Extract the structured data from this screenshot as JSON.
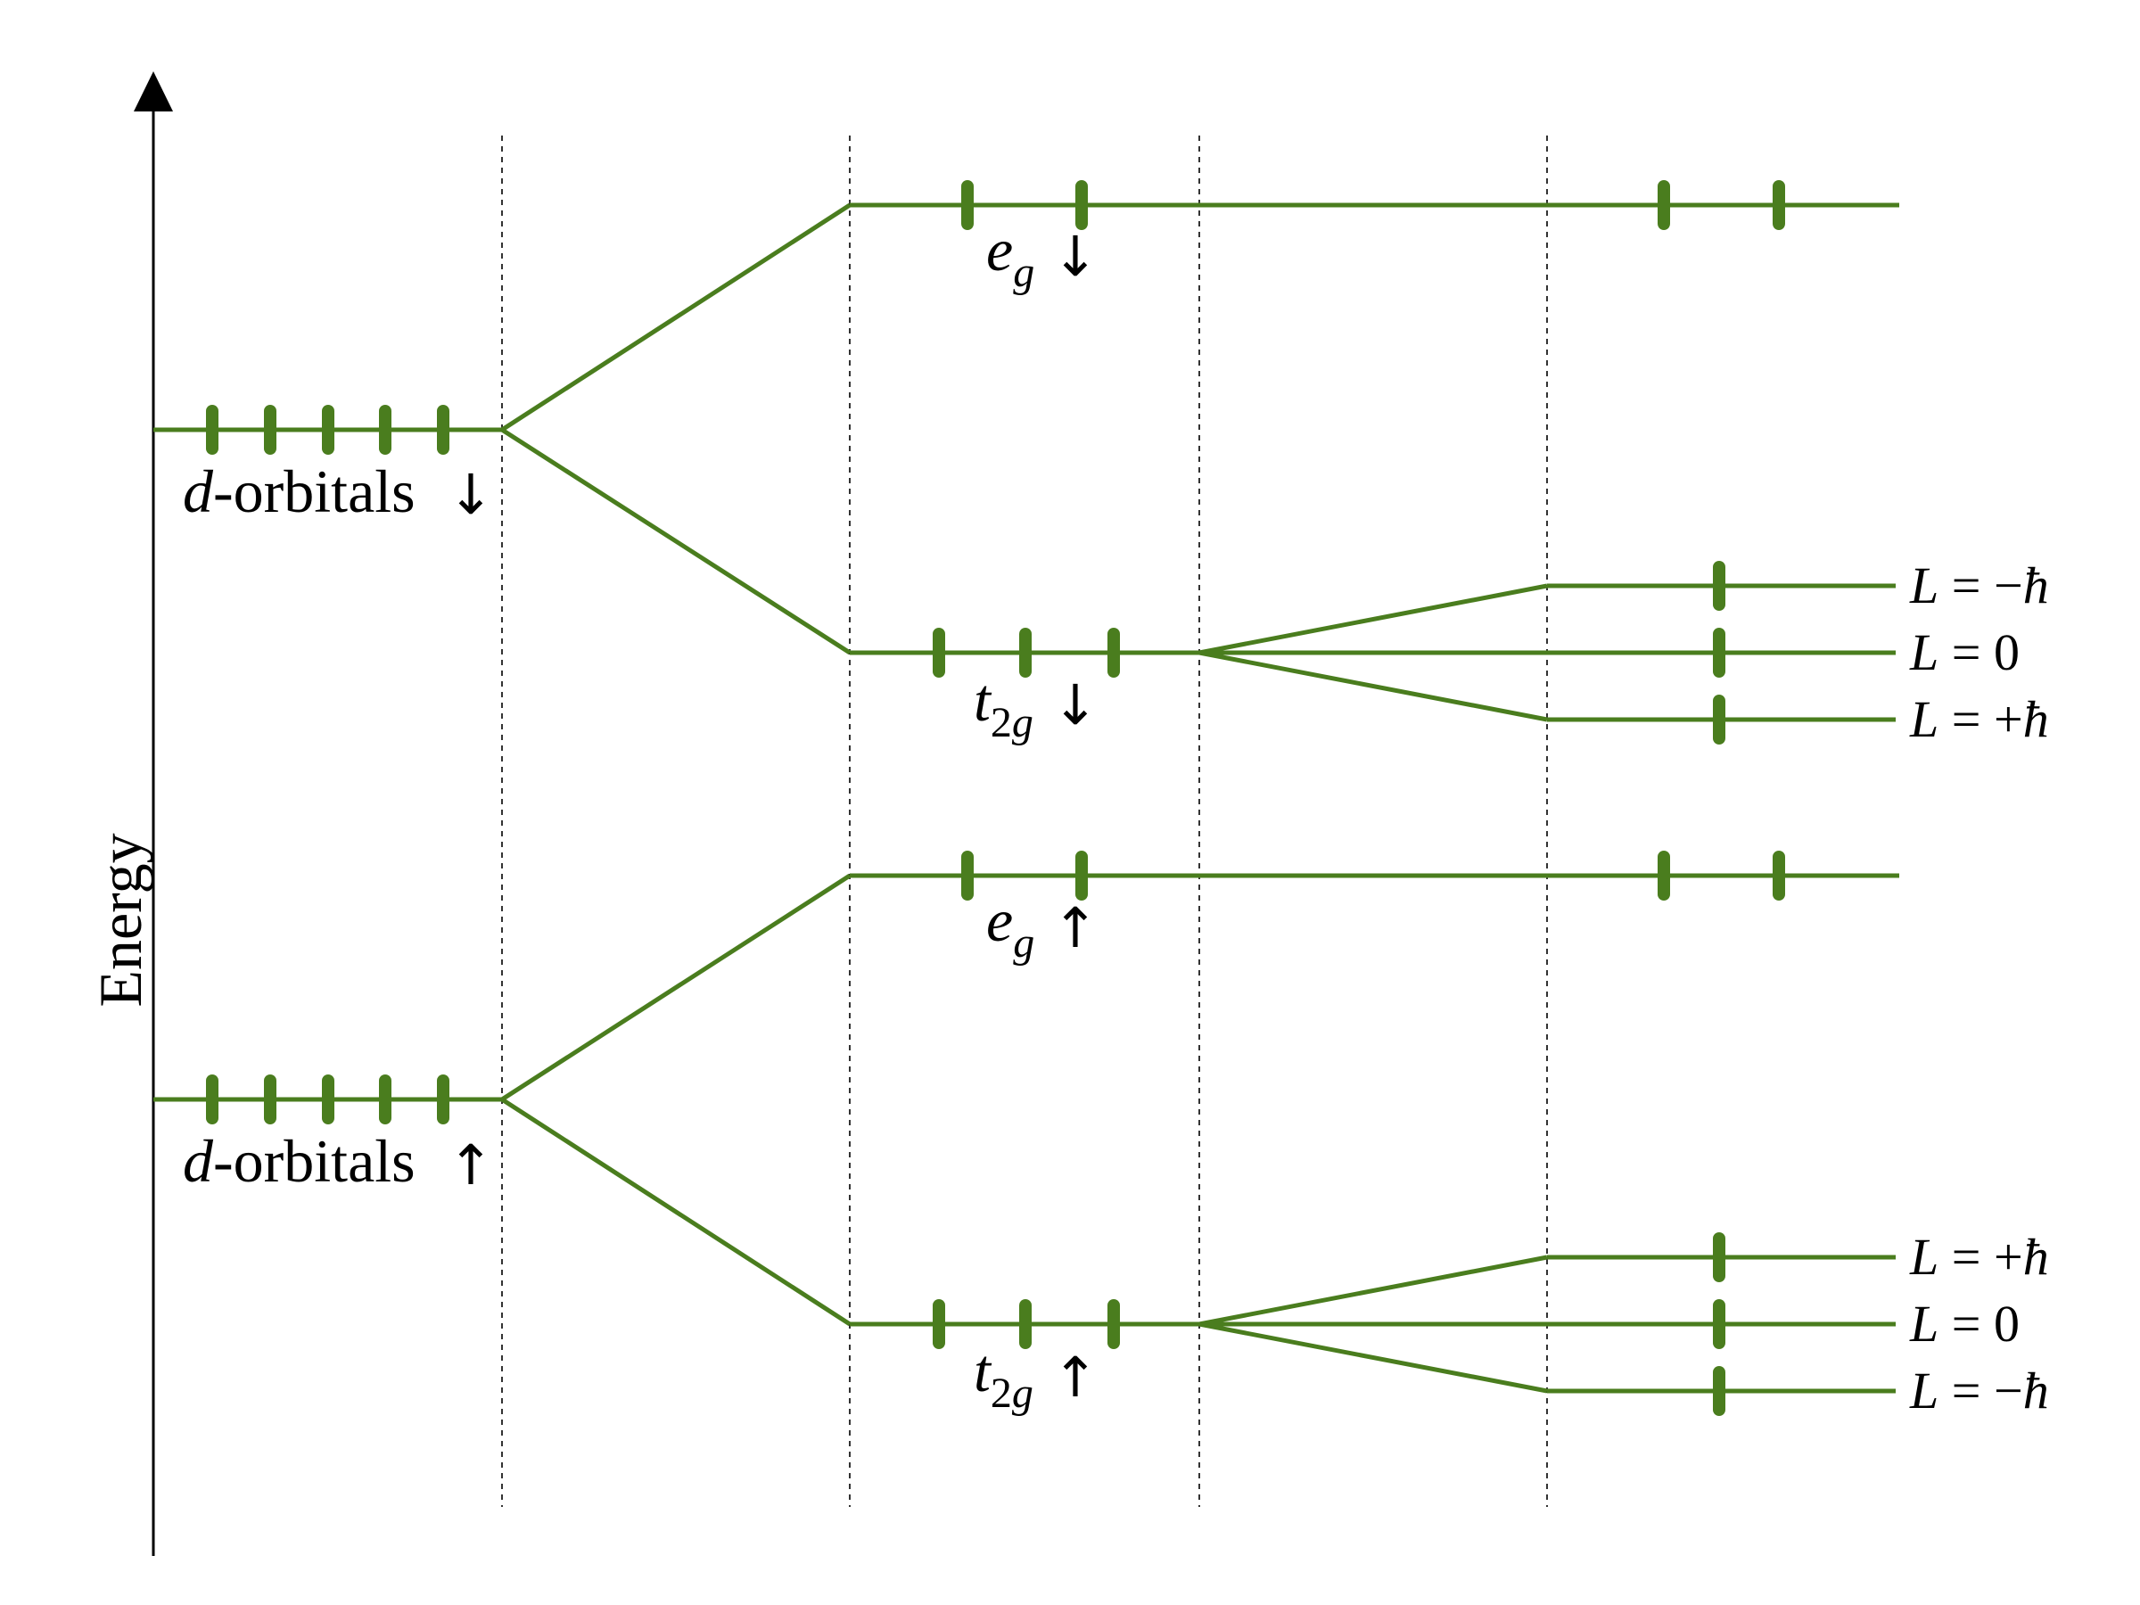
{
  "axis": {
    "label": "Energy"
  },
  "colors": {
    "level_line": "#4a7d1e",
    "axis": "#000000",
    "guides": "#000000"
  },
  "levels": {
    "d_down": {
      "name_italic": "d",
      "name_rest": "-orbitals",
      "arrow": "↓",
      "electrons": 5
    },
    "d_up": {
      "name_italic": "d",
      "name_rest": "-orbitals",
      "arrow": "↑",
      "electrons": 5
    },
    "eg_down": {
      "main": "e",
      "sub": "g",
      "arrow": "↓",
      "electrons": 2
    },
    "t2g_down": {
      "main": "t",
      "sub_num": "2",
      "sub": "g",
      "arrow": "↓",
      "electrons": 3
    },
    "eg_up": {
      "main": "e",
      "sub": "g",
      "arrow": "↑",
      "electrons": 2
    },
    "t2g_up": {
      "main": "t",
      "sub_num": "2",
      "sub": "g",
      "arrow": "↑",
      "electrons": 3
    }
  },
  "split_labels": {
    "down": [
      {
        "L": "L",
        "eq": " = ",
        "sign": "−",
        "hbar": "ħ"
      },
      {
        "L": "L",
        "eq": " = ",
        "sign": "",
        "hbar": "0"
      },
      {
        "L": "L",
        "eq": " = ",
        "sign": "+",
        "hbar": "ħ"
      }
    ],
    "up": [
      {
        "L": "L",
        "eq": " = ",
        "sign": "+",
        "hbar": "ħ"
      },
      {
        "L": "L",
        "eq": " = ",
        "sign": "",
        "hbar": "0"
      },
      {
        "L": "L",
        "eq": " = ",
        "sign": "−",
        "hbar": "ħ"
      }
    ]
  }
}
